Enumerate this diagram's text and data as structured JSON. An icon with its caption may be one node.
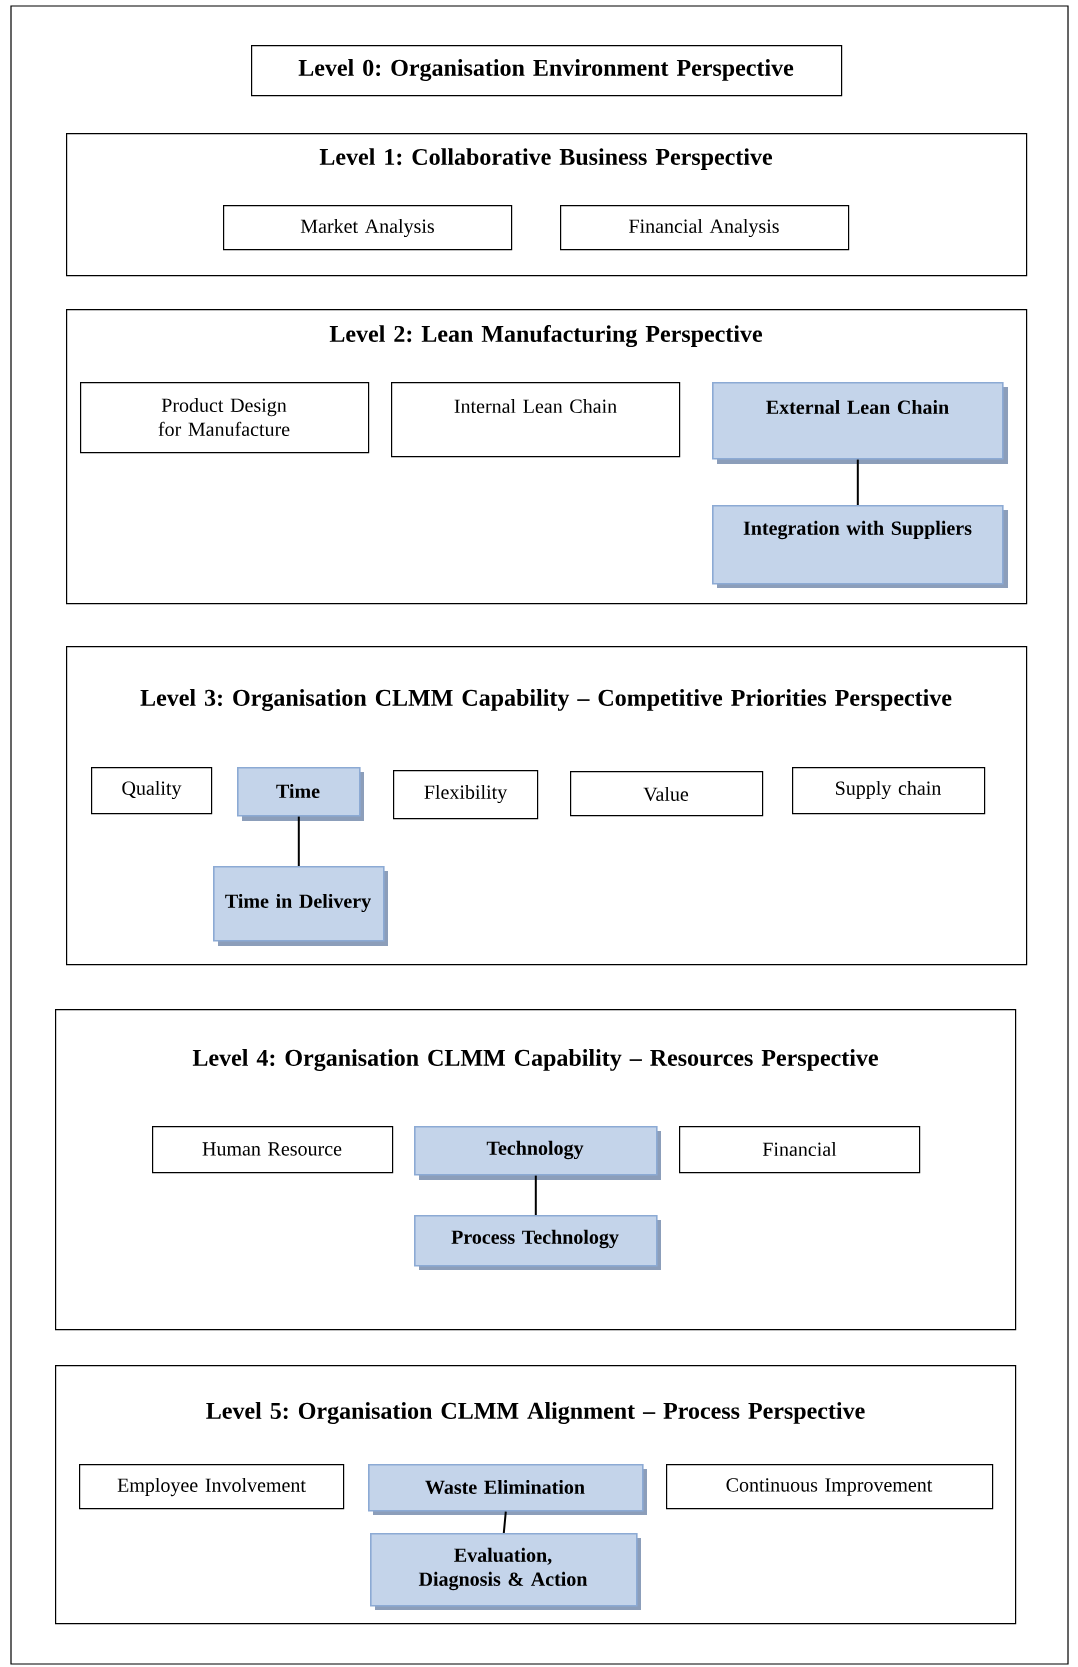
{
  "diagram": {
    "nodes": [
      {
        "text": [
          "Level 0: Organisation Environment Perspective"
        ]
      },
      {
        "text": [
          "Level 1: Collaborative Business Perspective"
        ]
      },
      {
        "text": [
          "Market Analysis"
        ],
        "in": 1
      },
      {
        "text": [
          "Financial Analysis"
        ],
        "in": 1
      },
      {
        "text": [
          "Level 2: Lean Manufacturing Perspective"
        ]
      },
      {
        "text": [
          "Product Design for Manufacture"
        ],
        "in": 4
      },
      {
        "text": [
          "Internal Lean Chain"
        ],
        "in": 4
      },
      {
        "text": [
          "External Lean Chain"
        ],
        "in": 4
      },
      {
        "text": [
          "Integration with Suppliers"
        ],
        "in": 4
      },
      {
        "text": [
          "Level 3: Organisation CLMM Capability – Competitive Priorities Perspective"
        ]
      },
      {
        "text": [
          "Quality"
        ],
        "in": 9
      },
      {
        "text": [
          "Time"
        ],
        "in": 9
      },
      {
        "text": [
          "Flexibility"
        ],
        "in": 9
      },
      {
        "text": [
          "Value"
        ],
        "in": 9
      },
      {
        "text": [
          "Supply chain"
        ],
        "in": 9
      },
      {
        "text": [
          "Time in Delivery"
        ],
        "in": 9
      },
      {
        "text": [
          "Level 4: Organisation CLMM Capability – Resources Perspective"
        ]
      },
      {
        "text": [
          "Human Resource"
        ],
        "in": 16
      },
      {
        "text": [
          "Technology"
        ],
        "in": 16
      },
      {
        "text": [
          "Financial"
        ],
        "in": 16
      },
      {
        "text": [
          "Process Technology"
        ],
        "in": 16
      },
      {
        "text": [
          "Level 5: Organisation CLMM Alignment – Process Perspective"
        ]
      },
      {
        "text": [
          "Employee Involvement"
        ],
        "in": 21
      },
      {
        "text": [
          "Waste Elimination"
        ],
        "in": 21
      },
      {
        "text": [
          "Continuous Improvement"
        ],
        "in": 21
      },
      {
        "text": [
          "Evaluation, Diagnosis & Action"
        ],
        "in": 21
      }
    ],
    "edges": [
      {
        "from": 7,
        "to": 8,
        "arrow": "none"
      },
      {
        "from": 11,
        "to": 15,
        "arrow": "none"
      },
      {
        "from": 18,
        "to": 20,
        "arrow": "none"
      },
      {
        "from": 23,
        "to": 25,
        "arrow": "none"
      }
    ]
  }
}
